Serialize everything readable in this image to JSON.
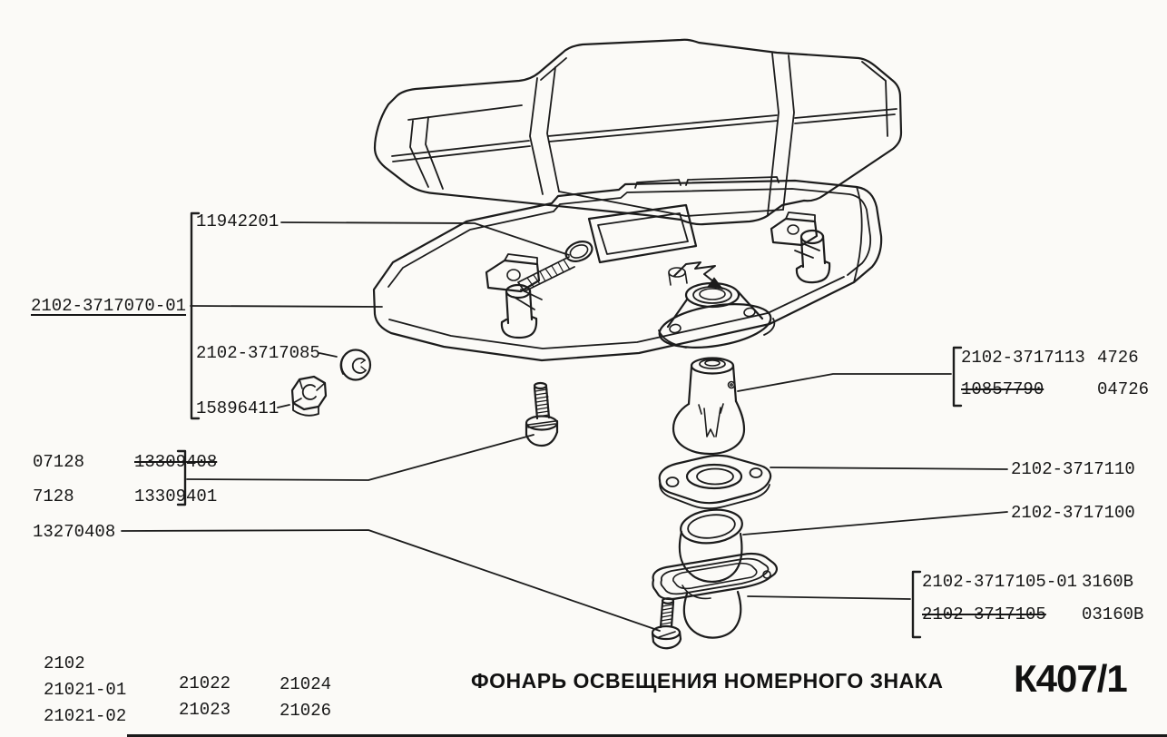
{
  "footer": {
    "title": "ФОНАРЬ ОСВЕЩЕНИЯ НОМЕРНОГО ЗНАКА",
    "page_code": "К407/1"
  },
  "colors": {
    "ink": "#1a1a1a",
    "paper": "#fbfaf7"
  },
  "callouts": {
    "lens_screw": "11942201",
    "housing": "2102-3717070-01",
    "washer": "2102-3717085",
    "nut": "15896411",
    "bolt_superseded_prefix": "07128",
    "bolt_superseded": "13309408",
    "bolt_current_prefix": "7128",
    "bolt_current": "13309401",
    "holder_screw": "13270408",
    "bulb_current": "2102-3717113",
    "bulb_current_type": "4726",
    "bulb_superseded": "10857790",
    "bulb_superseded_type": "04726",
    "gasket": "2102-3717110",
    "boot": "2102-3717100",
    "holder_current": "2102-3717105-01",
    "holder_current_type": "3160В",
    "holder_superseded": "2102-3717105",
    "holder_superseded_type": "03160В"
  },
  "applicable_models": [
    "2102",
    "21021-01",
    "21021-02",
    "21022",
    "21023",
    "21024",
    "21026"
  ]
}
